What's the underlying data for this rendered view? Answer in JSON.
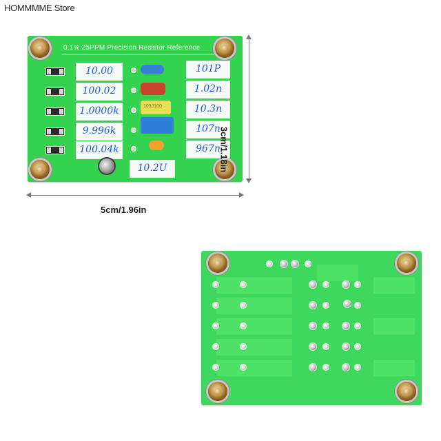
{
  "store": {
    "name": "HOMMMME Store"
  },
  "front_board": {
    "title": "0.1% 25PPM Precision Resistor Reference",
    "resistor_labels": [
      "10.00",
      "100.02",
      "1.0000k",
      "9.996k",
      "100.04k"
    ],
    "capacitor_labels": [
      "101P",
      "1.02n",
      "10.3n",
      "107n",
      "967n"
    ],
    "electrolytic_label": "10.2U",
    "capacitor_marking": "103J100"
  },
  "dimensions": {
    "width_label": "5cm/1.96in",
    "height_label": "3cm/1.18in"
  },
  "colors": {
    "pcb_green": "#33d24f",
    "pcb_green_back": "#3fd85e",
    "handwriting_blue": "#1d5bd6",
    "brass": "#c69a4e"
  }
}
